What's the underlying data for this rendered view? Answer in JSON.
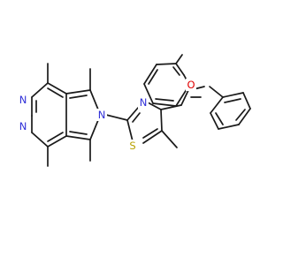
{
  "molecule": {
    "atoms": [
      {
        "id": "N_a",
        "label": "N",
        "color": "#2f2fd8"
      },
      {
        "id": "N_b",
        "label": "N",
        "color": "#2f2fd8"
      },
      {
        "id": "N_pyrrole",
        "label": "N",
        "color": "#2f2fd8"
      },
      {
        "id": "N_thiazole",
        "label": "N",
        "color": "#2f2fd8"
      },
      {
        "id": "S_thiazole",
        "label": "S",
        "color": "#b8a100"
      },
      {
        "id": "O_ether",
        "label": "O",
        "color": "#e00000"
      }
    ],
    "bond_color": "#1a1a1a",
    "background": "#ffffff"
  }
}
